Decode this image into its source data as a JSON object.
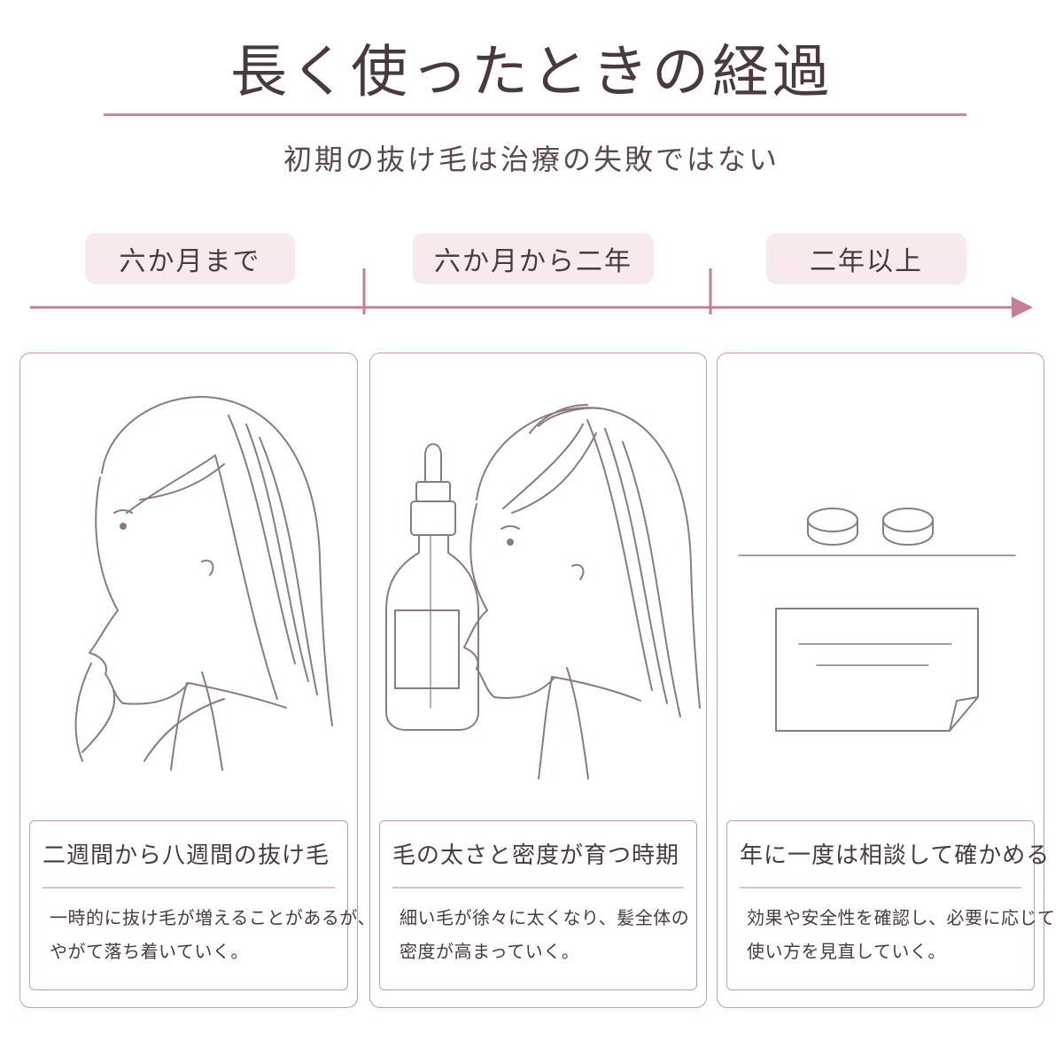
{
  "header": {
    "title": "長く使ったときの経過",
    "subtitle": "初期の抜け毛は治療の失敗ではない"
  },
  "periods": [
    {
      "label": "六か月まで"
    },
    {
      "label": "六か月から二年"
    },
    {
      "label": "二年以上"
    }
  ],
  "stages": [
    {
      "heading": "二週間から八週間の抜け毛",
      "body": [
        "一時的に抜け毛が増えることがあるが、",
        "やがて落ち着いていく。"
      ],
      "illustration": "woman-profile-hair-shedding-icon"
    },
    {
      "heading": "毛の太さと密度が育つ時期",
      "body": [
        "細い毛が徐々に太くなり、髪全体の",
        "密度が高まっていく。"
      ],
      "illustration": "serum-dropper-bottle-icon"
    },
    {
      "heading": "年に一度は相談して確かめる",
      "body": [
        "効果や安全性を確認し、必要に応じて",
        "使い方を見直していく。"
      ],
      "illustration": "tablets-and-memo-icon"
    }
  ],
  "colors": {
    "accent": "#c88a9c",
    "timeline": "#c77d92",
    "pill_bg": "#f8e9ed",
    "border": "#c99aa8",
    "text": "#4a3a40",
    "line_art": "#8c7a7e"
  }
}
